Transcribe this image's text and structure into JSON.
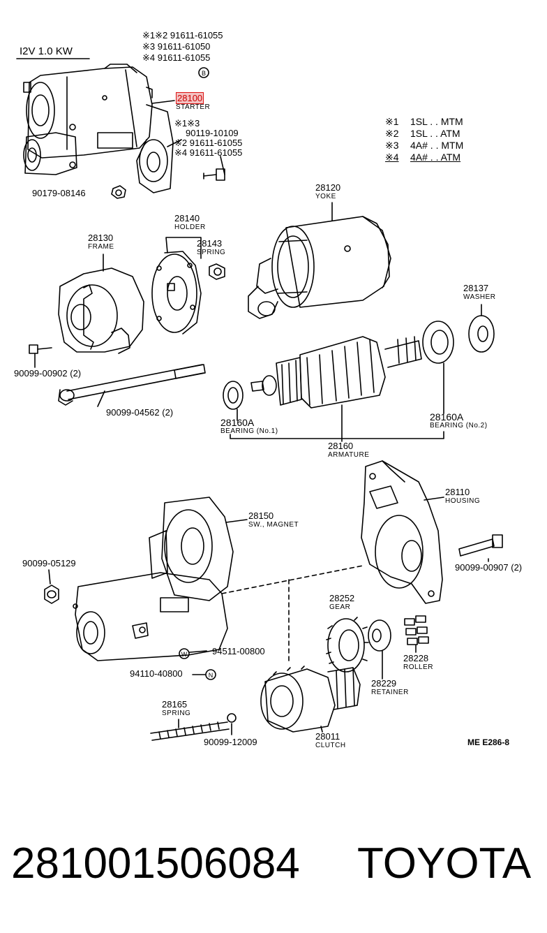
{
  "spec": "I2V  1.0 KW",
  "notes": {
    "top": [
      "※1※2 91611-61055",
      "※3    91611-61050",
      "※4    91611-61055"
    ],
    "top_marker": "B",
    "mid": [
      "※1※3",
      "90119-10109",
      "※2 91611-61055",
      "※4 91611-61055"
    ]
  },
  "legend": [
    {
      "mark": "※1",
      "text": "1SL . . MTM"
    },
    {
      "mark": "※2",
      "text": "1SL . . ATM"
    },
    {
      "mark": "※3",
      "text": "4A# . . MTM"
    },
    {
      "mark": "※4",
      "text": "4A# . . ATM"
    }
  ],
  "parts": {
    "starter": {
      "num": "28100",
      "name": "STARTER"
    },
    "nut_top": {
      "num": "90179-08146"
    },
    "yoke": {
      "num": "28120",
      "name": "YOKE"
    },
    "holder": {
      "num": "28140",
      "name": "HOLDER"
    },
    "spring1": {
      "num": "28143",
      "name": "SPRING"
    },
    "frame": {
      "num": "28130",
      "name": "FRAME"
    },
    "washer": {
      "num": "28137",
      "name": "WASHER"
    },
    "screw1": {
      "num": "90099-00902 (2)"
    },
    "bolt_long": {
      "num": "90099-04562 (2)"
    },
    "bearing1": {
      "num": "28160A",
      "name": "BEARING (No.1)"
    },
    "bearing2": {
      "num": "28160A",
      "name": "BEARING (No.2)"
    },
    "armature": {
      "num": "28160",
      "name": "ARMATURE"
    },
    "housing": {
      "num": "28110",
      "name": "HOUSING"
    },
    "magnet": {
      "num": "28150",
      "name": "SW., MAGNET"
    },
    "nut2": {
      "num": "90099-05129"
    },
    "bolt2": {
      "num": "90099-00907 (2)"
    },
    "gear": {
      "num": "28252",
      "name": "GEAR"
    },
    "roller": {
      "num": "28228",
      "name": "ROLLER"
    },
    "retainer": {
      "num": "28229",
      "name": "RETAINER"
    },
    "w_part": {
      "num": "94511-00800",
      "marker": "W"
    },
    "n_part": {
      "num": "94110-40800",
      "marker": "N"
    },
    "spring2": {
      "num": "28165",
      "name": "SPRING"
    },
    "ball": {
      "num": "90099-12009"
    },
    "clutch": {
      "num": "28011",
      "name": "CLUTCH"
    }
  },
  "ref_code": "ME E286-8",
  "footer": {
    "part_number": "28100150608​4",
    "brand": "TOYOTA"
  }
}
